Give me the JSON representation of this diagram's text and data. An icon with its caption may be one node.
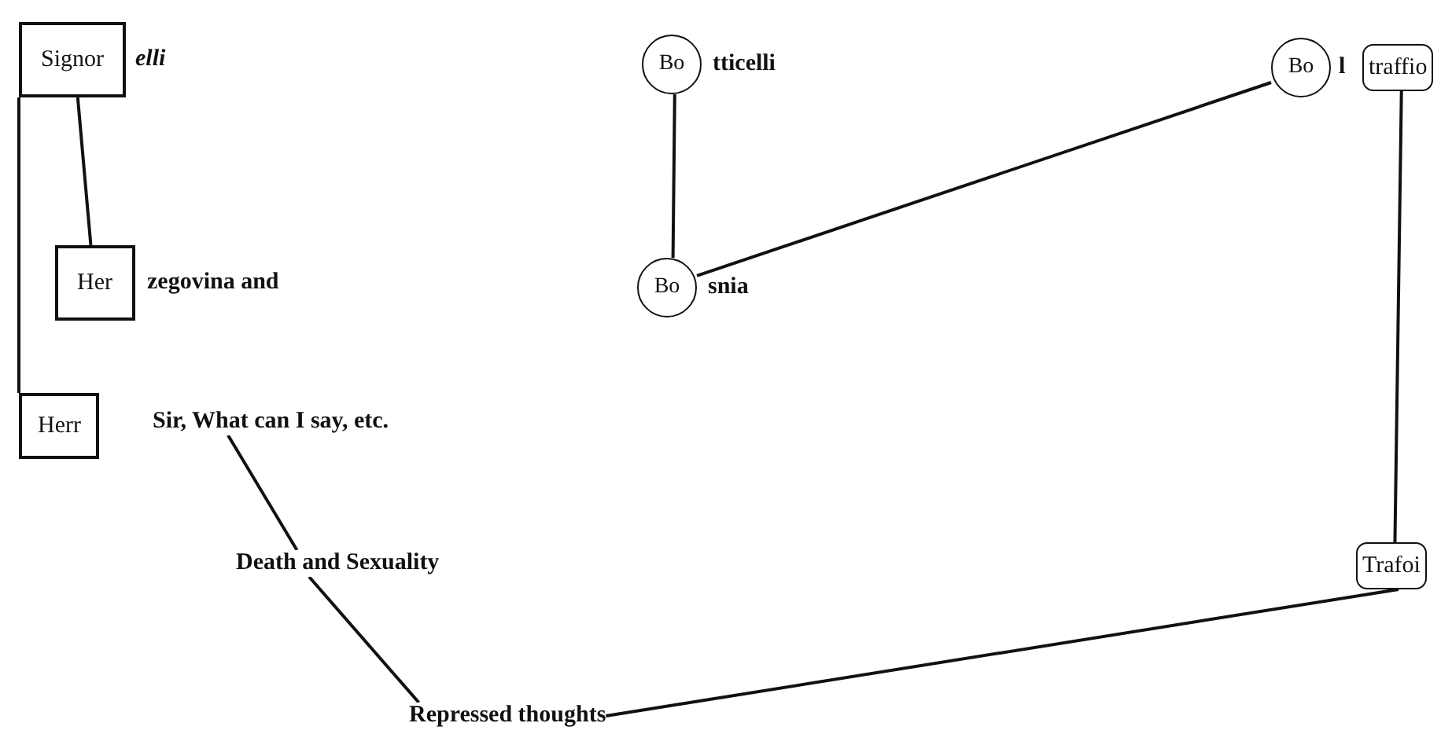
{
  "diagram": {
    "nodes": [
      {
        "text": [
          "Signor"
        ],
        "beside": [
          "elli"
        ]
      },
      {
        "text": [
          "Her"
        ],
        "beside": [
          "zegovina and"
        ]
      },
      {
        "text": [
          "Herr"
        ]
      },
      {
        "text": [
          "Sir, What can I say, etc."
        ]
      },
      {
        "text": [
          "Death and Sexuality"
        ]
      },
      {
        "text": [
          "Repressed thoughts"
        ]
      },
      {
        "text": [
          "Bo"
        ],
        "beside": [
          "tticelli"
        ]
      },
      {
        "text": [
          "Bo"
        ],
        "beside": [
          "snia"
        ]
      },
      {
        "text": [
          "Bo"
        ],
        "beside": [
          "l"
        ]
      },
      {
        "text": [
          "traffio"
        ]
      },
      {
        "text": [
          "Trafoi"
        ]
      }
    ],
    "edges": [
      {
        "from": 0,
        "to": 1,
        "arrow": "none"
      },
      {
        "from": 0,
        "to": 2,
        "arrow": "none"
      },
      {
        "from": 3,
        "to": 4,
        "arrow": "none"
      },
      {
        "from": 4,
        "to": 5,
        "arrow": "none"
      },
      {
        "from": 5,
        "to": 10,
        "arrow": "none"
      },
      {
        "from": 6,
        "to": 7,
        "arrow": "none"
      },
      {
        "from": 7,
        "to": 8,
        "arrow": "none"
      },
      {
        "from": 9,
        "to": 10,
        "arrow": "none"
      }
    ]
  }
}
